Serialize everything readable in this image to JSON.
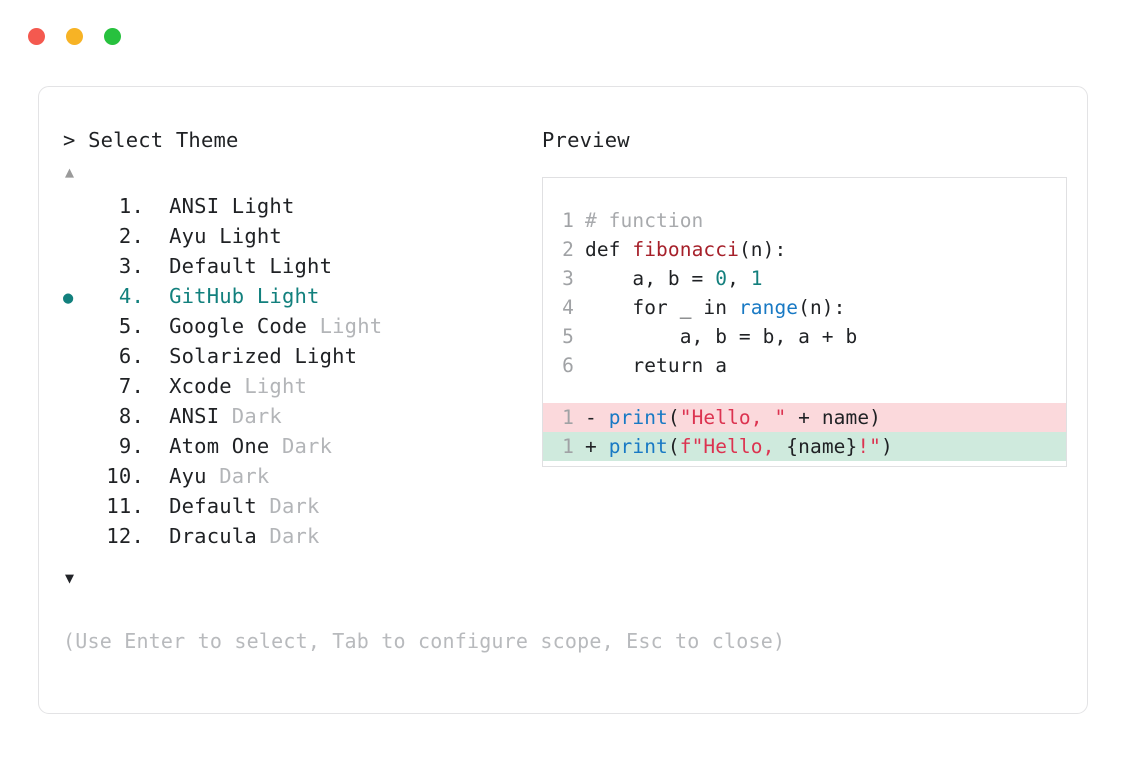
{
  "window": {
    "dots": [
      {
        "name": "close",
        "color": "#f4594f"
      },
      {
        "name": "minimize",
        "color": "#f7b325"
      },
      {
        "name": "maximize",
        "color": "#27c13e"
      }
    ]
  },
  "selector": {
    "prompt": "> Select Theme",
    "scroll_up_arrow": "▲",
    "scroll_down_arrow": "▼",
    "selected_index": 4,
    "bullet_glyph": "●",
    "accent_color": "#12807d",
    "items": [
      {
        "index": "1.",
        "name": "ANSI",
        "variant": "Light",
        "variant_dim": false,
        "selected": false
      },
      {
        "index": "2.",
        "name": "Ayu",
        "variant": "Light",
        "variant_dim": false,
        "selected": false
      },
      {
        "index": "3.",
        "name": "Default",
        "variant": "Light",
        "variant_dim": false,
        "selected": false
      },
      {
        "index": "4.",
        "name": "GitHub",
        "variant": "Light",
        "variant_dim": false,
        "selected": true
      },
      {
        "index": "5.",
        "name": "Google Code",
        "variant": "Light",
        "variant_dim": true,
        "selected": false
      },
      {
        "index": "6.",
        "name": "Solarized",
        "variant": "Light",
        "variant_dim": false,
        "selected": false
      },
      {
        "index": "7.",
        "name": "Xcode",
        "variant": "Light",
        "variant_dim": true,
        "selected": false
      },
      {
        "index": "8.",
        "name": "ANSI",
        "variant": "Dark",
        "variant_dim": true,
        "selected": false
      },
      {
        "index": "9.",
        "name": "Atom One",
        "variant": "Dark",
        "variant_dim": true,
        "selected": false
      },
      {
        "index": "10.",
        "name": "Ayu",
        "variant": "Dark",
        "variant_dim": true,
        "selected": false
      },
      {
        "index": "11.",
        "name": "Default",
        "variant": "Dark",
        "variant_dim": true,
        "selected": false
      },
      {
        "index": "12.",
        "name": "Dracula",
        "variant": "Dark",
        "variant_dim": true,
        "selected": false
      }
    ]
  },
  "preview": {
    "title": "Preview",
    "code_lines": [
      {
        "ln": "1",
        "tokens": [
          {
            "text": "# function",
            "cls": "t-comment"
          }
        ]
      },
      {
        "ln": "2",
        "tokens": [
          {
            "text": "def ",
            "cls": "t-plain"
          },
          {
            "text": "fibonacci",
            "cls": "t-func"
          },
          {
            "text": "(n):",
            "cls": "t-plain"
          }
        ]
      },
      {
        "ln": "3",
        "tokens": [
          {
            "text": "    a, b = ",
            "cls": "t-plain"
          },
          {
            "text": "0",
            "cls": "t-num"
          },
          {
            "text": ", ",
            "cls": "t-plain"
          },
          {
            "text": "1",
            "cls": "t-num"
          }
        ]
      },
      {
        "ln": "4",
        "tokens": [
          {
            "text": "    for _ in ",
            "cls": "t-plain"
          },
          {
            "text": "range",
            "cls": "t-builtin"
          },
          {
            "text": "(n):",
            "cls": "t-plain"
          }
        ]
      },
      {
        "ln": "5",
        "tokens": [
          {
            "text": "        a, b = b, a + b",
            "cls": "t-plain"
          }
        ]
      },
      {
        "ln": "6",
        "tokens": [
          {
            "text": "    return a",
            "cls": "t-plain"
          }
        ]
      }
    ],
    "diff_lines": [
      {
        "ln": "1",
        "kind": "del",
        "bg": "#fbd9dc",
        "tokens": [
          {
            "text": "- ",
            "cls": "t-sign"
          },
          {
            "text": "print",
            "cls": "t-builtin"
          },
          {
            "text": "(",
            "cls": "t-plain"
          },
          {
            "text": "\"Hello, \"",
            "cls": "t-str"
          },
          {
            "text": " + name)",
            "cls": "t-plain"
          }
        ]
      },
      {
        "ln": "1",
        "kind": "add",
        "bg": "#cfeadd",
        "tokens": [
          {
            "text": "+ ",
            "cls": "t-sign"
          },
          {
            "text": "print",
            "cls": "t-builtin"
          },
          {
            "text": "(",
            "cls": "t-plain"
          },
          {
            "text": "f\"Hello, ",
            "cls": "t-str"
          },
          {
            "text": "{name}",
            "cls": "t-plain"
          },
          {
            "text": "!\"",
            "cls": "t-str"
          },
          {
            "text": ")",
            "cls": "t-plain"
          }
        ]
      }
    ]
  },
  "footer": {
    "hint": "(Use Enter to select, Tab to configure scope, Esc to close)"
  }
}
